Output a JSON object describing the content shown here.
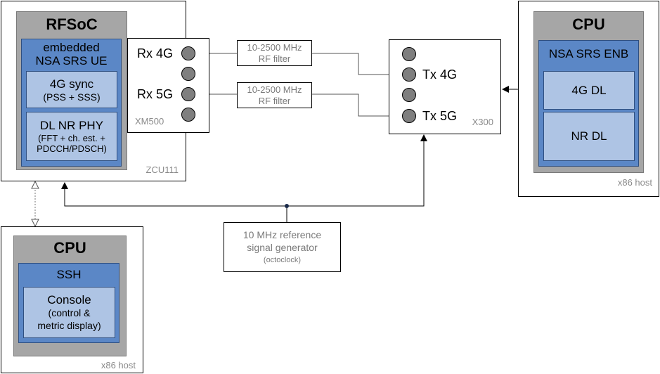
{
  "zcu111": {
    "host_label": "ZCU111",
    "rfsoc_title": "RFSoC",
    "ue_title_line1": "embedded",
    "ue_title_line2": "NSA SRS UE",
    "sync_line1": "4G sync",
    "sync_line2": "(PSS + SSS)",
    "phy_line1": "DL NR PHY",
    "phy_line2": "(FFT + ch. est. +",
    "phy_line3": "PDCCH/PDSCH)"
  },
  "xm500": {
    "label": "XM500",
    "rx4g": "Rx 4G",
    "rx5g": "Rx 5G"
  },
  "filters": [
    {
      "line1": "10-2500 MHz",
      "line2": "RF filter"
    },
    {
      "line1": "10-2500 MHz",
      "line2": "RF filter"
    }
  ],
  "x300": {
    "label": "X300",
    "tx4g": "Tx 4G",
    "tx5g": "Tx 5G"
  },
  "enb_host": {
    "host_label": "x86 host",
    "cpu_title": "CPU",
    "enb_title": "NSA SRS ENB",
    "dl4g": "4G DL",
    "nrdl": "NR DL"
  },
  "console_host": {
    "host_label": "x86 host",
    "cpu_title": "CPU",
    "ssh_title": "SSH",
    "console_line1": "Console",
    "console_line2": "(control &",
    "console_line3": "metric display)"
  },
  "refgen": {
    "line1": "10 MHz reference",
    "line2": "signal generator",
    "line3": "(octoclock)"
  }
}
